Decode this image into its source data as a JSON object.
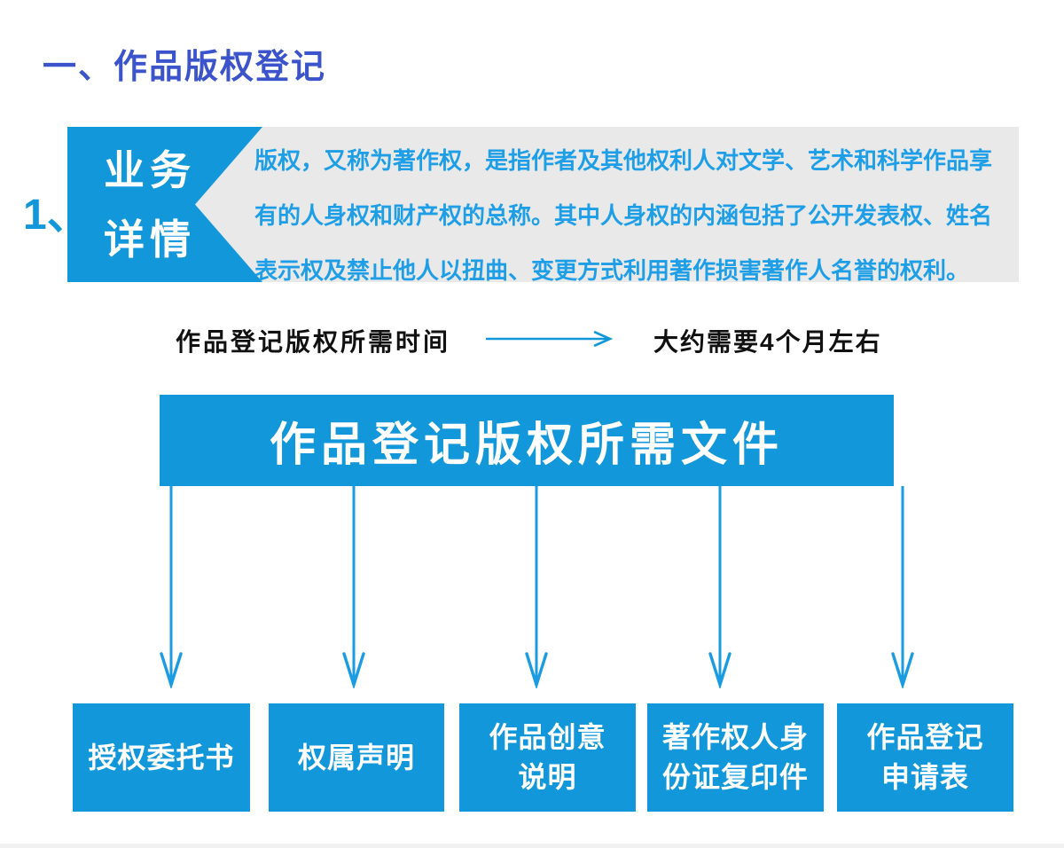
{
  "header": {
    "section_title": "一、作品版权登记",
    "item_number": "1、"
  },
  "business_detail": {
    "tab_lines": [
      "业务",
      "详情"
    ],
    "description_lines": [
      "版权，又称为著作权，是指作者及其他权利人对文学、艺术和科学作品享",
      "有的人身权和财产权的总称。其中人身权的内涵包括了公开发表权、姓名",
      "表示权及禁止他人以扭曲、变更方式利用著作损害著作人名誉的权利。"
    ]
  },
  "processing_time": {
    "label": "作品登记版权所需时间",
    "value": "大约需要4个月左右",
    "arrow_icon": "right-arrow"
  },
  "required_documents": {
    "banner": "作品登记版权所需文件",
    "arrow_icon": "down-arrow",
    "items": [
      {
        "lines": [
          "授权委托书"
        ]
      },
      {
        "lines": [
          "权属声明"
        ]
      },
      {
        "lines": [
          "作品创意",
          "说明"
        ]
      },
      {
        "lines": [
          "著作权人身",
          "份证复印件"
        ]
      },
      {
        "lines": [
          "作品登记",
          "申请表"
        ]
      }
    ]
  },
  "colors": {
    "primary_blue": "#1397db",
    "arrow_blue": "#1b9ce2",
    "paragraph_text_blue": "#1e9ee6",
    "title_blue": "#3b54cb",
    "panel_gray": "#e9e9e9",
    "body_text_black": "#111111"
  }
}
